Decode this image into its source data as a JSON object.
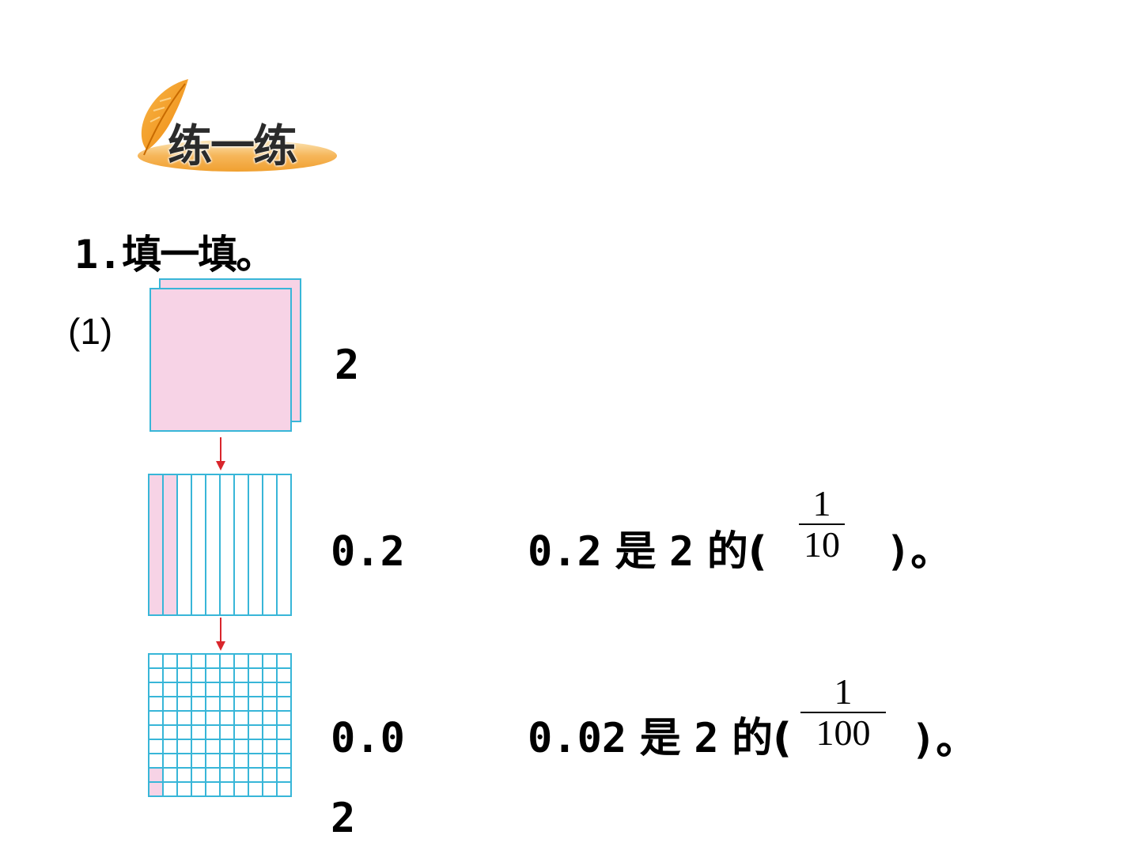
{
  "header": {
    "badge_label": "练一练"
  },
  "question": {
    "number": "1.",
    "title": "填一填。",
    "part": "(1)"
  },
  "values": {
    "whole": "2",
    "tenths": "0.2",
    "hundredths_line1": "0.0",
    "hundredths_line2": "2"
  },
  "statements": [
    {
      "prefix": "0.2",
      "text": "是",
      "ref": "2",
      "tail": "的(",
      "numerator": "1",
      "denominator": "10",
      "close": ")。"
    },
    {
      "prefix": "0.02",
      "text": "是",
      "ref": "2",
      "tail": "的(",
      "numerator": "1",
      "denominator": "100",
      "close": ")。"
    }
  ],
  "colors": {
    "pink_fill": "#f7d3e6",
    "grid_line": "#38b6d8",
    "arrow": "#d9262c",
    "badge_orange": "#f3a93a"
  }
}
